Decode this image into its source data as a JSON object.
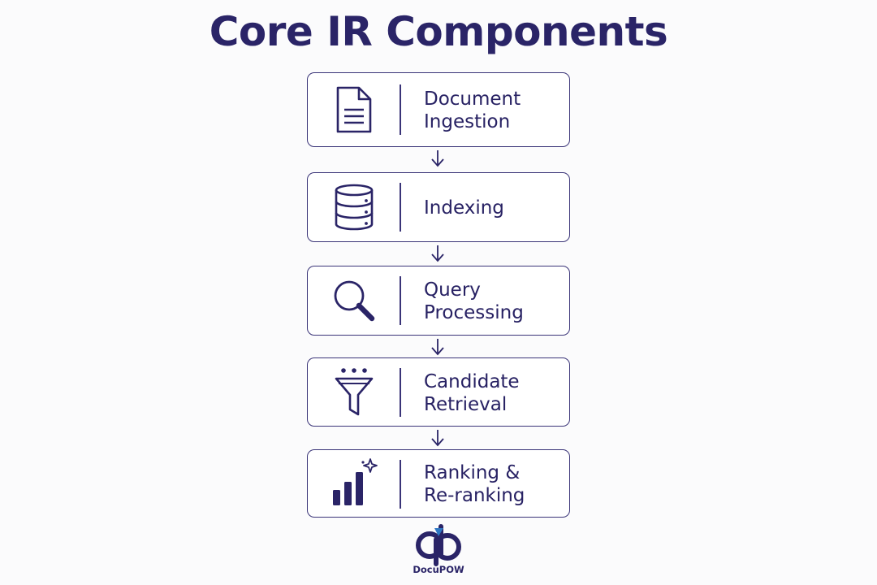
{
  "title": "Core IR Components",
  "steps": [
    {
      "label": "Document\nIngestion",
      "icon": "document-icon"
    },
    {
      "label": "Indexing",
      "icon": "database-icon"
    },
    {
      "label": "Query\nProcessing",
      "icon": "magnifier-icon"
    },
    {
      "label": "Candidate\nRetrieval",
      "icon": "funnel-icon"
    },
    {
      "label": "Ranking &\nRe-ranking",
      "icon": "bar-chart-sparkle-icon"
    }
  ],
  "logo": {
    "text": "DocuPOW",
    "icon": "docupow-logo-icon"
  },
  "colors": {
    "primary": "#2a2467",
    "accent": "#2f78c4",
    "background": "#fbfbfc"
  }
}
